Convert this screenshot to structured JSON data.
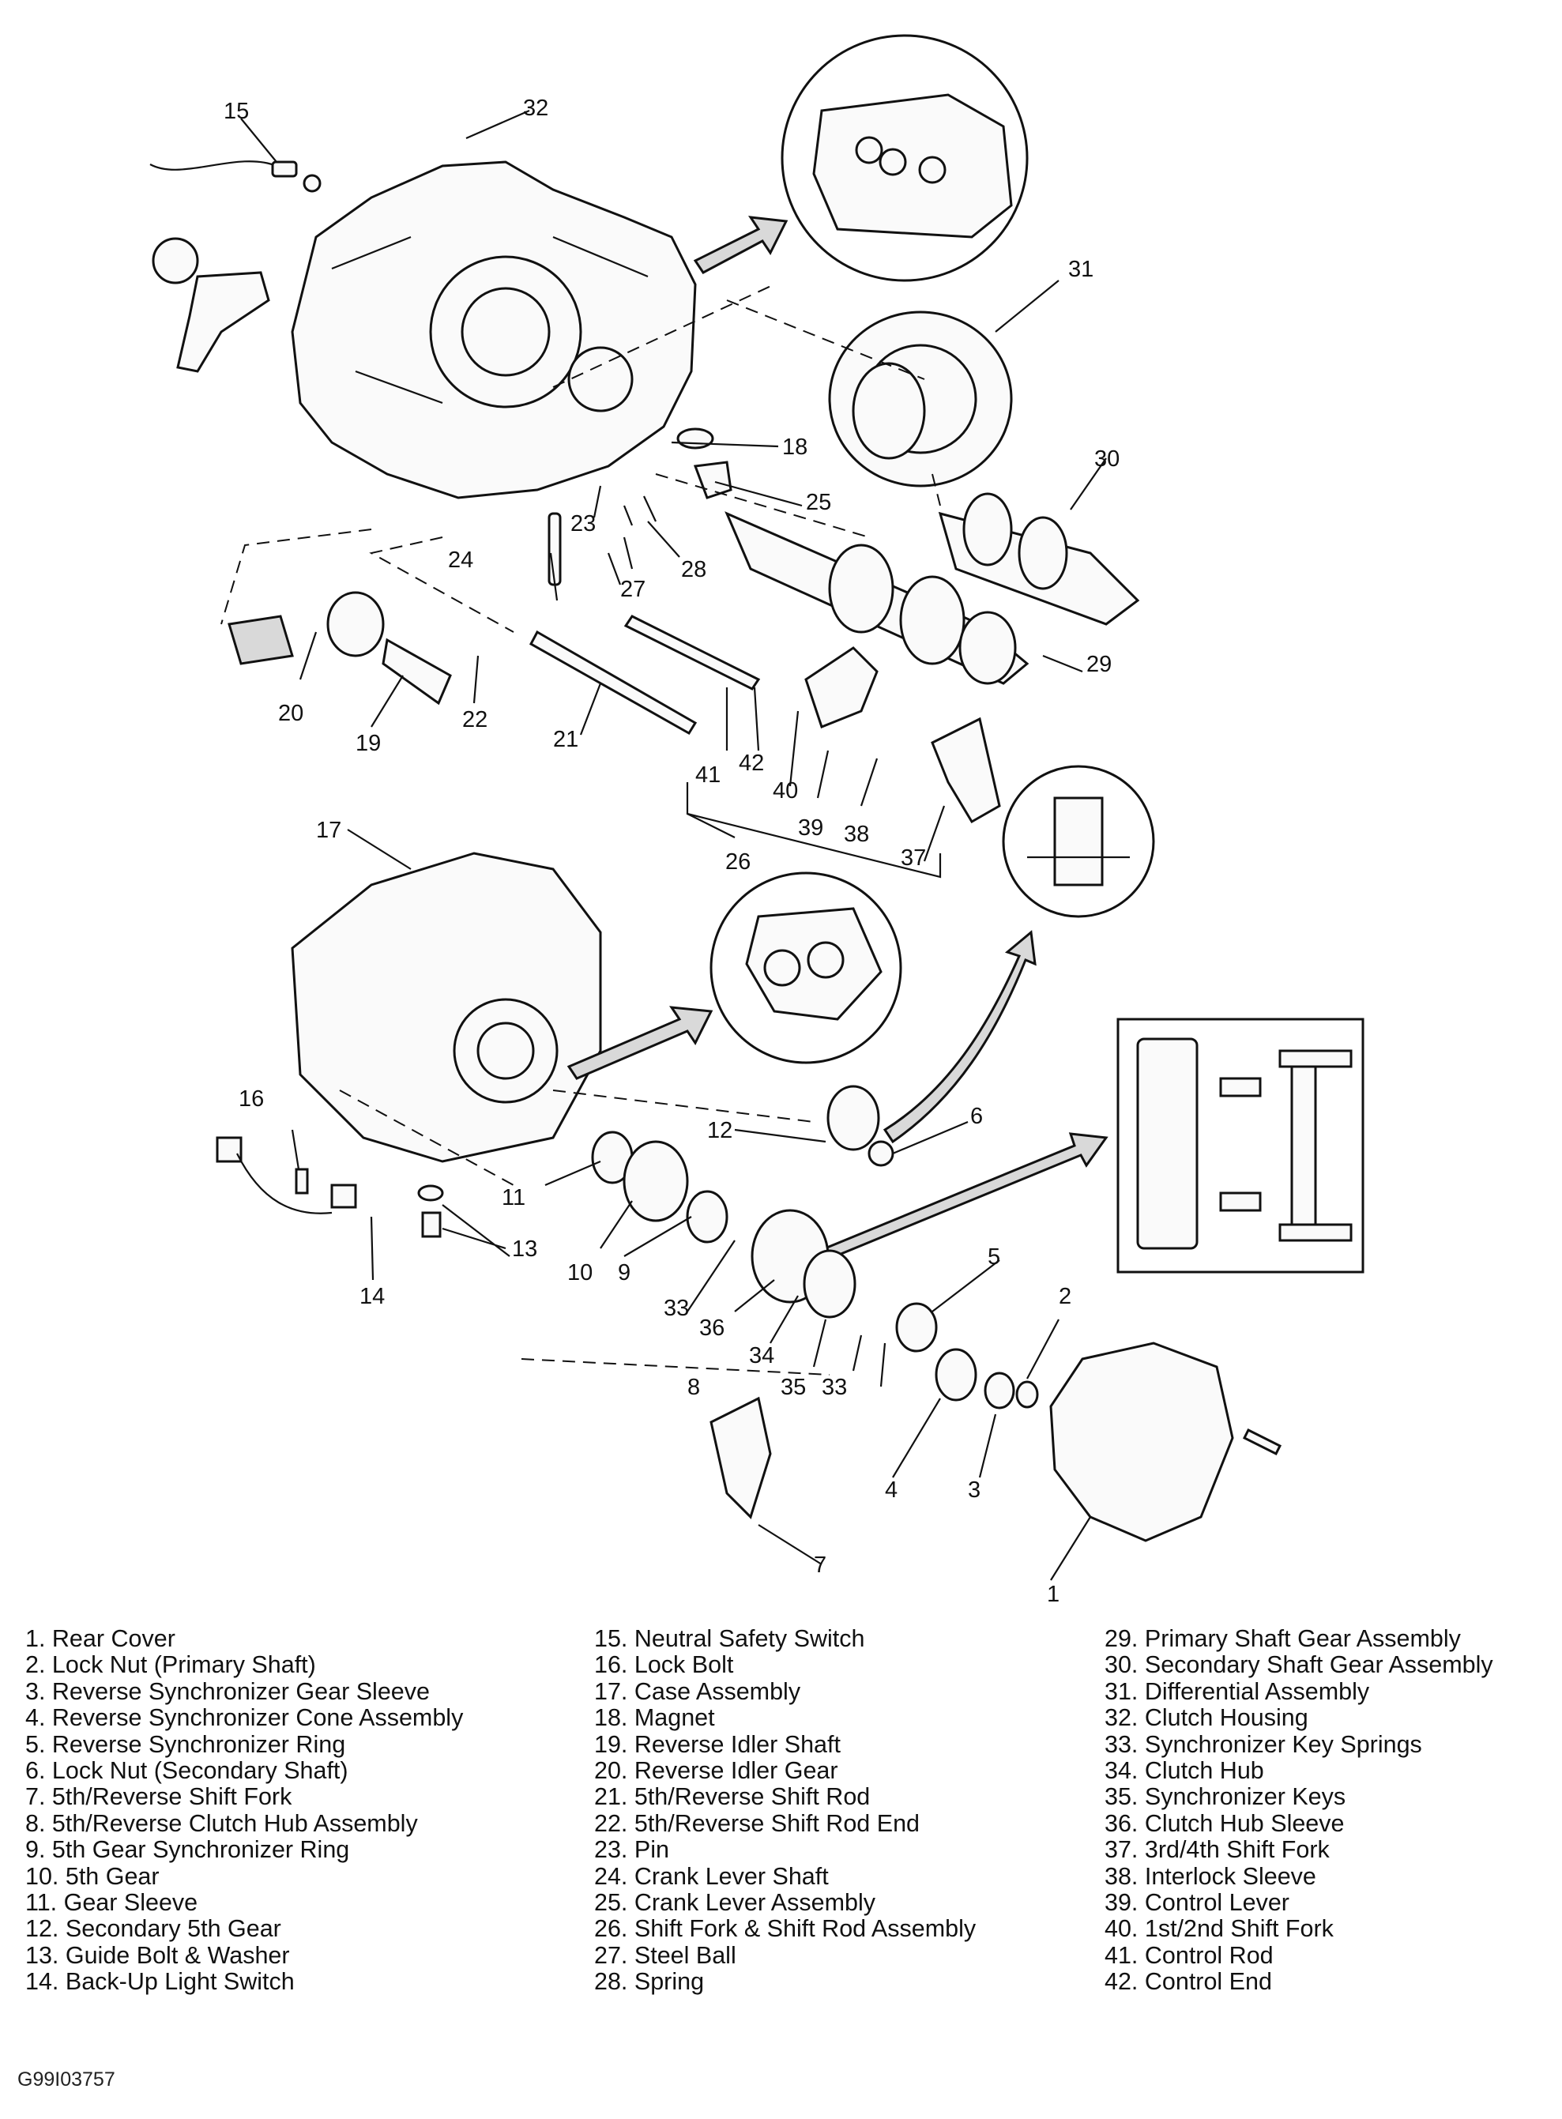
{
  "callouts": [
    "1",
    "2",
    "3",
    "4",
    "5",
    "6",
    "7",
    "8",
    "9",
    "10",
    "11",
    "12",
    "13",
    "14",
    "15",
    "16",
    "17",
    "18",
    "19",
    "20",
    "21",
    "22",
    "23",
    "24",
    "25",
    "26",
    "27",
    "28",
    "29",
    "30",
    "31",
    "32",
    "33",
    "34",
    "35",
    "36",
    "37",
    "38",
    "39",
    "40",
    "41",
    "42"
  ],
  "legend": {
    "column1": [
      "1. Rear Cover",
      "2. Lock Nut (Primary Shaft)",
      "3. Reverse Synchronizer Gear Sleeve",
      "4. Reverse Synchronizer Cone Assembly",
      "5. Reverse Synchronizer Ring",
      "6. Lock Nut (Secondary Shaft)",
      "7. 5th/Reverse Shift Fork",
      "8. 5th/Reverse Clutch Hub Assembly",
      "9. 5th Gear Synchronizer Ring",
      "10. 5th Gear",
      "11. Gear Sleeve",
      "12. Secondary 5th Gear",
      "13. Guide Bolt & Washer",
      "14. Back-Up Light Switch"
    ],
    "column2": [
      "15. Neutral Safety Switch",
      "16. Lock Bolt",
      "17. Case Assembly",
      "18. Magnet",
      "19. Reverse Idler Shaft",
      "20. Reverse Idler Gear",
      "21. 5th/Reverse Shift Rod",
      "22. 5th/Reverse Shift Rod End",
      "23. Pin",
      "24. Crank Lever Shaft",
      "25. Crank Lever Assembly",
      "26. Shift Fork & Shift Rod Assembly",
      "27. Steel Ball",
      "28. Spring"
    ],
    "column3": [
      "29. Primary Shaft Gear Assembly",
      "30. Secondary Shaft Gear Assembly",
      "31. Differential Assembly",
      "32. Clutch Housing",
      "33. Synchronizer Key Springs",
      "34. Clutch Hub",
      "35. Synchronizer Keys",
      "36. Clutch Hub Sleeve",
      "37. 3rd/4th Shift Fork",
      "38. Interlock Sleeve",
      "39. Control Lever",
      "40. 1st/2nd Shift Fork",
      "41. Control Rod",
      "42. Control End"
    ]
  },
  "figure_code": "G99I03757"
}
